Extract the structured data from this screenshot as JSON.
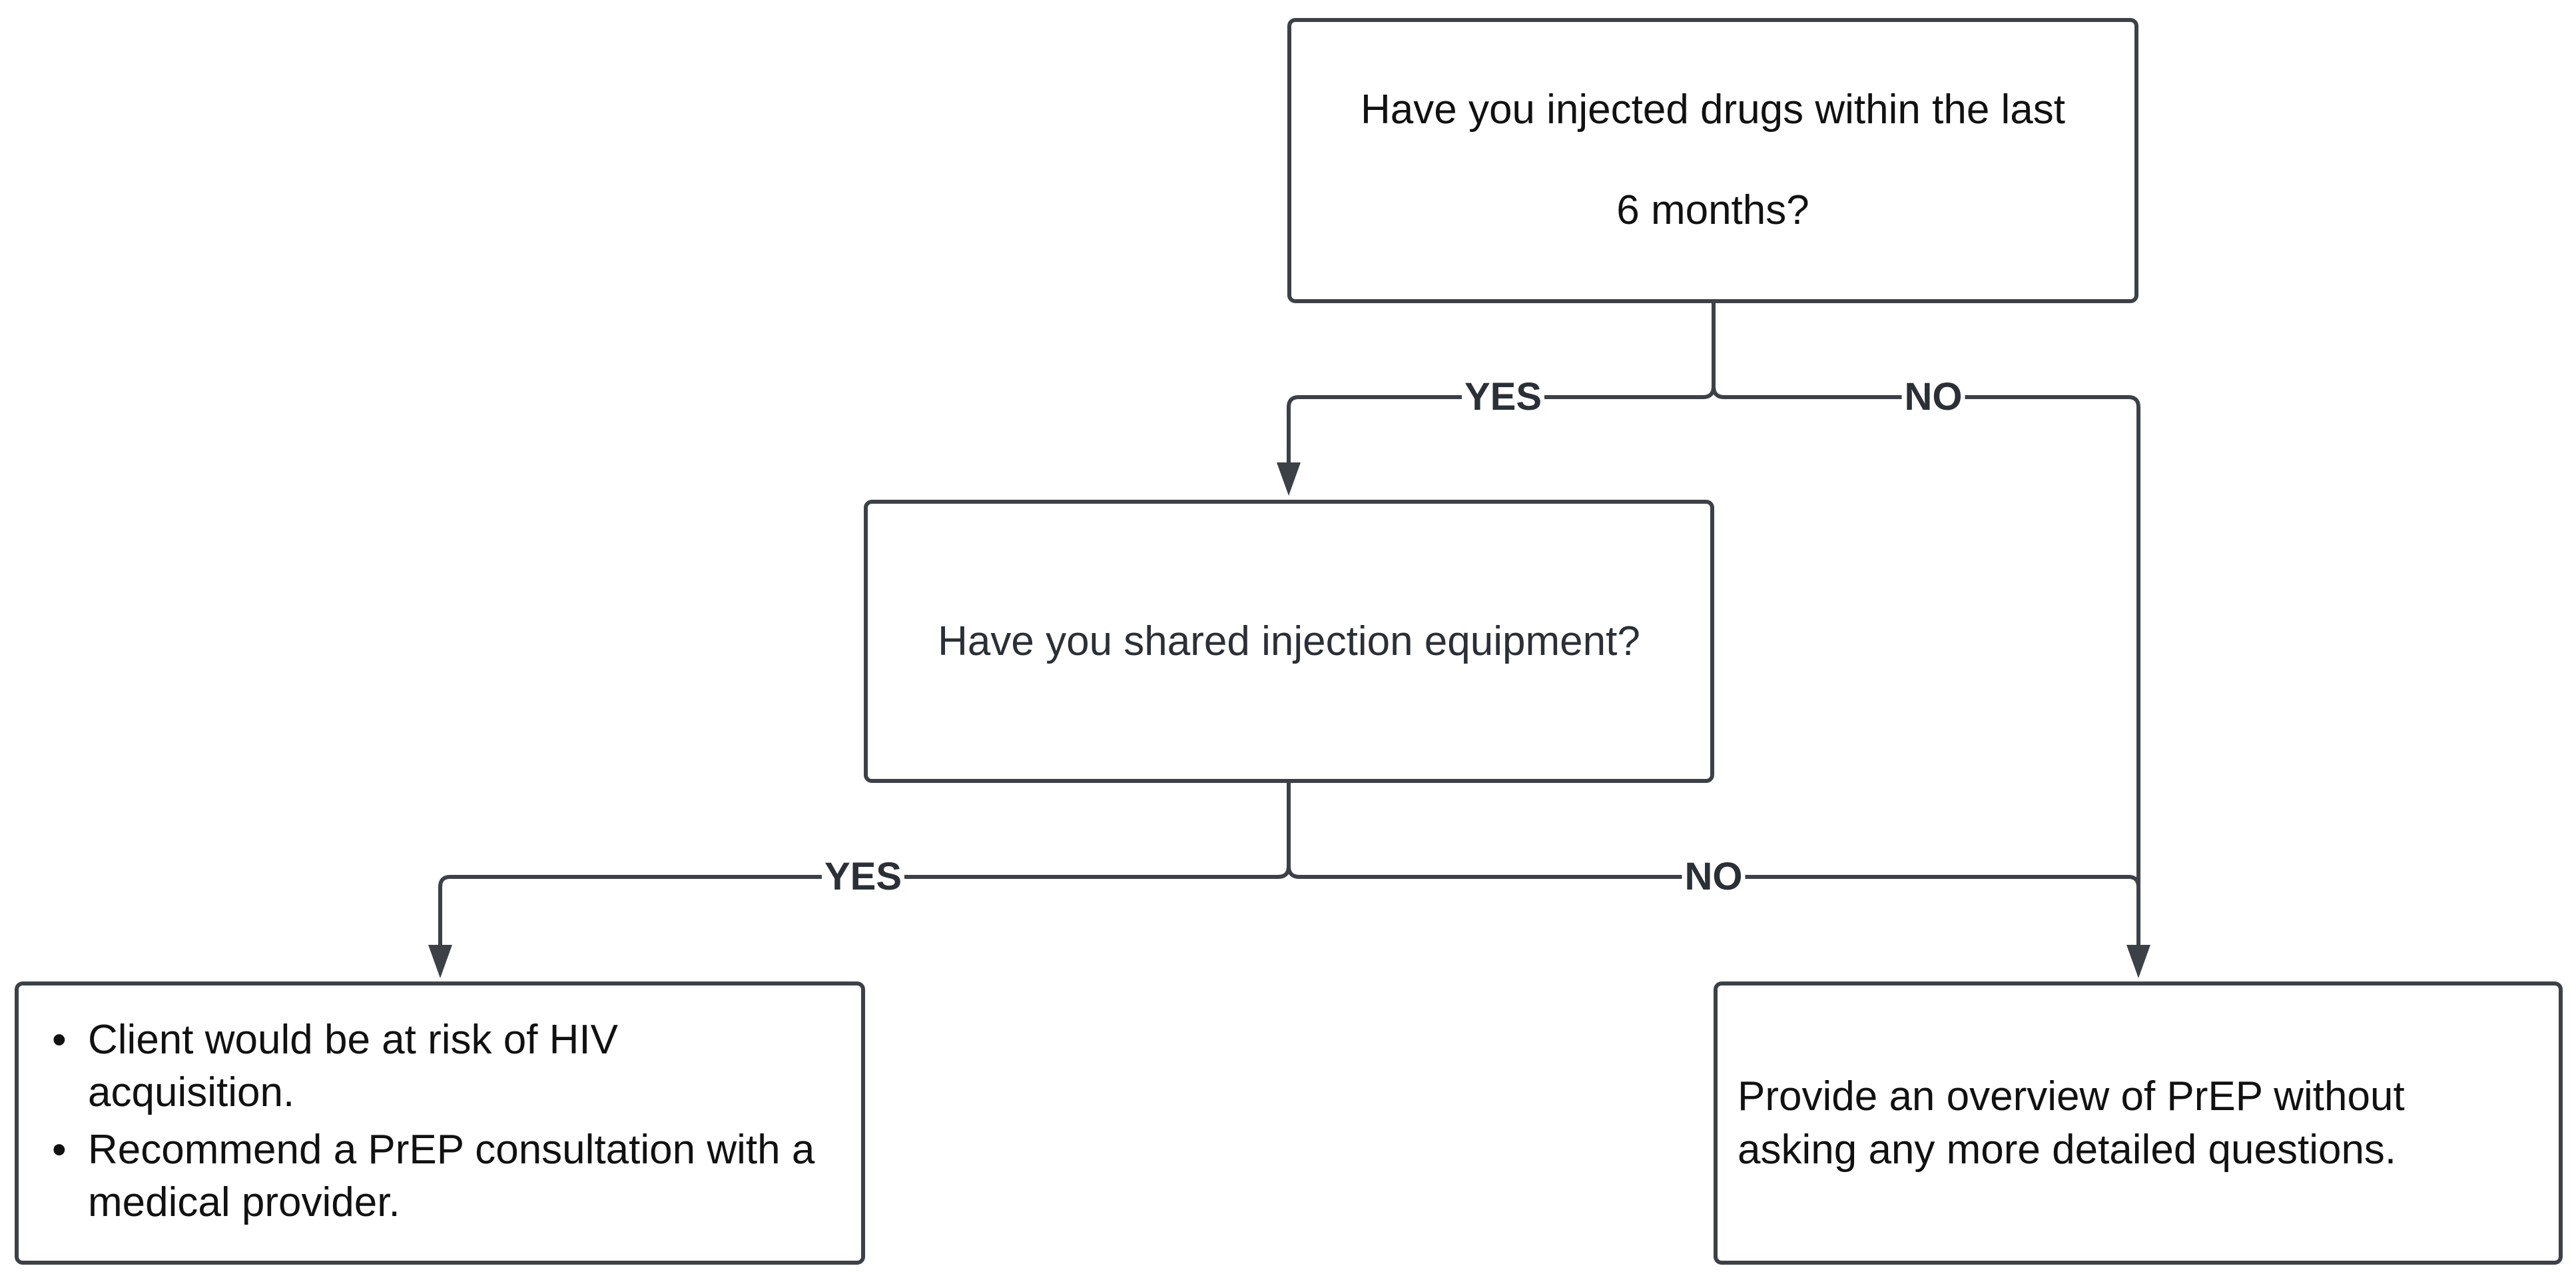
{
  "nodes": {
    "q1": {
      "line1": "Have you injected drugs within the last",
      "line2": "6 months?"
    },
    "q2": {
      "text": "Have you shared injection equipment?"
    },
    "risk": {
      "bullets": [
        "Client would be at risk of HIV acquisition.",
        "Recommend a PrEP consultation with a medical provider."
      ]
    },
    "overview": {
      "text": "Provide an overview of PrEP without asking any more detailed questions."
    }
  },
  "edges": {
    "q1_yes": "YES",
    "q1_no": "NO",
    "q2_yes": "YES",
    "q2_no": "NO"
  },
  "colors": {
    "line": "#3c4148",
    "text": "#111111"
  }
}
